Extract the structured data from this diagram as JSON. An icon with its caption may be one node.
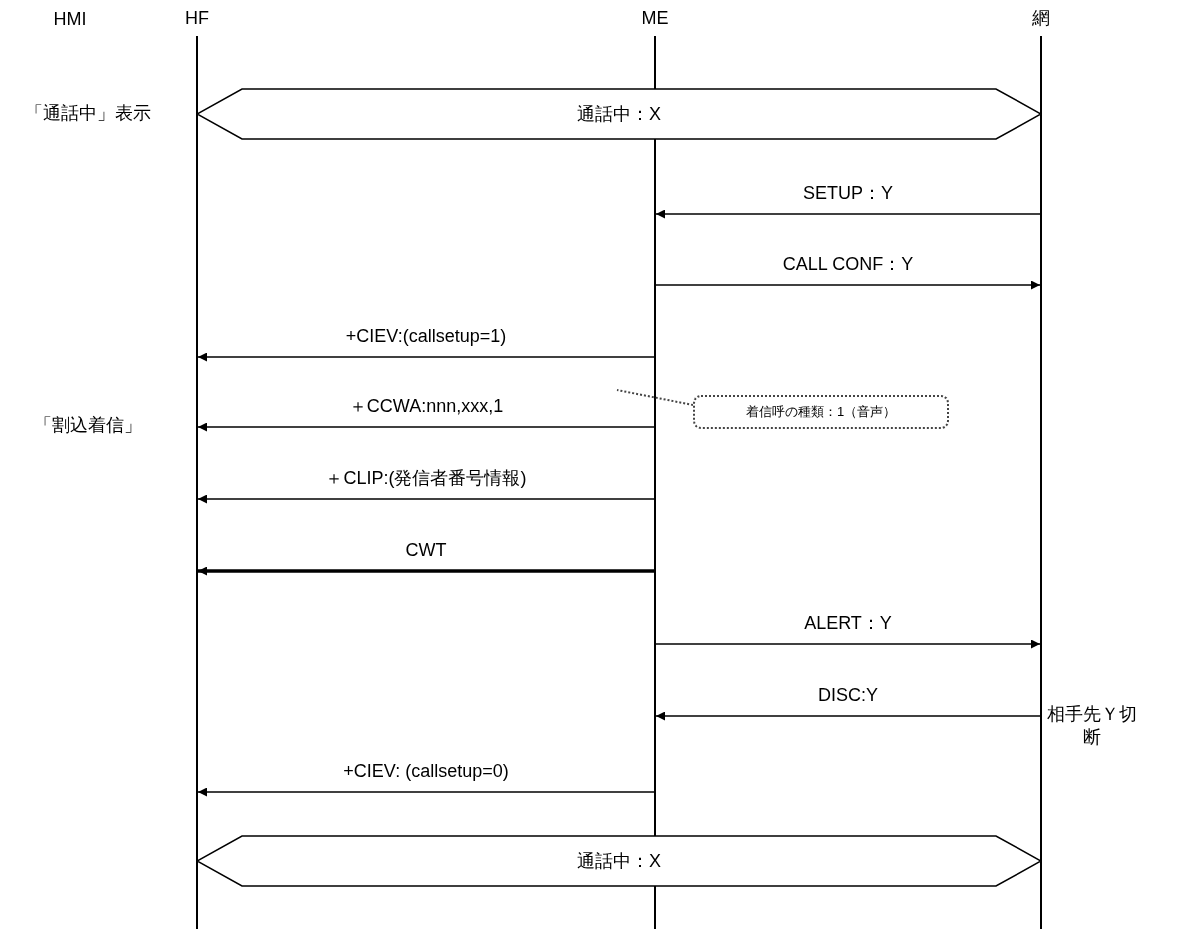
{
  "diagram": {
    "nodes": [
      {
        "text": [],
        "shape": "bar",
        "beside": [
          "HF"
        ]
      },
      {
        "text": [],
        "shape": "bar",
        "beside": [
          "ME"
        ]
      },
      {
        "text": [],
        "shape": "bar",
        "beside": [
          "網"
        ]
      },
      {
        "text": [
          "通話中：X"
        ]
      },
      {
        "text": [
          "着信呼の種類：1（音声）"
        ]
      },
      {
        "text": [
          "通話中：X"
        ]
      }
    ],
    "edges": [
      {
        "from": 2,
        "to": 1,
        "arrow": "to",
        "label": "SETUP：Y"
      },
      {
        "from": 1,
        "to": 2,
        "arrow": "to",
        "label": "CALL CONF：Y"
      },
      {
        "from": 1,
        "to": 0,
        "arrow": "to",
        "label": "+CIEV:(callsetup=1)"
      },
      {
        "from": 1,
        "to": 0,
        "arrow": "to",
        "label": "＋CCWA:nnn,xxx,1"
      },
      {
        "from": 1,
        "to": 0,
        "arrow": "to",
        "label": "＋CLIP:(発信者番号情報)"
      },
      {
        "from": 1,
        "to": 0,
        "arrow": "to",
        "label": "CWT",
        "style": "thick"
      },
      {
        "from": 1,
        "to": 2,
        "arrow": "to",
        "label": "ALERT：Y"
      },
      {
        "from": 2,
        "to": 1,
        "arrow": "to",
        "label": "DISC:Y"
      },
      {
        "from": 1,
        "to": 0,
        "arrow": "to",
        "label": "+CIEV: (callsetup=0)"
      },
      {
        "from": 4,
        "to": null,
        "arrow": "none",
        "style": "dashed"
      }
    ],
    "labels": [
      "HMI",
      "「通話中」表示",
      "「割込着信」",
      "相手先Ｙ切断"
    ]
  }
}
